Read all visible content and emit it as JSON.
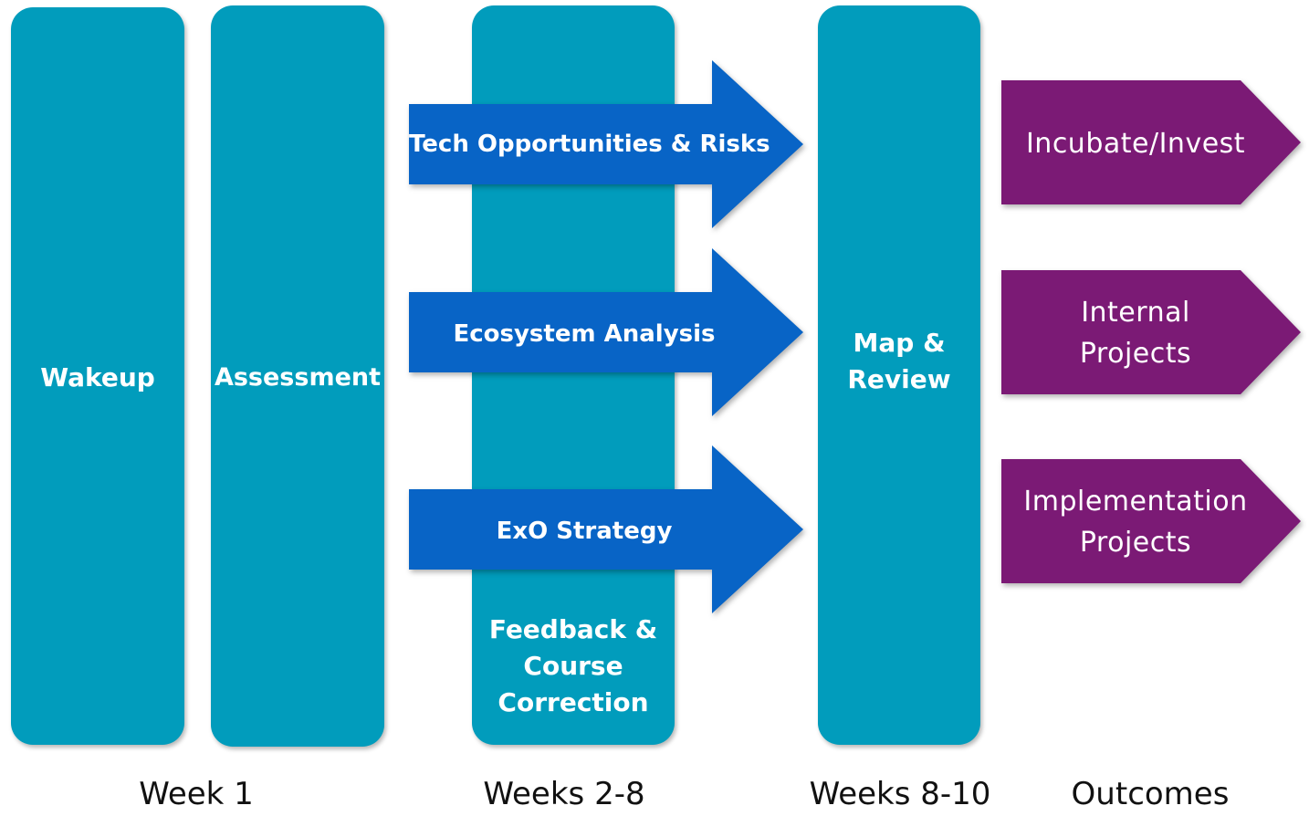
{
  "colors": {
    "phase": "#019cbc",
    "arrow": "#0864c6",
    "outcome": "#7b1a75",
    "text": "#ffffff"
  },
  "columns": [
    {
      "id": "wakeup",
      "label": "Wakeup"
    },
    {
      "id": "assessment",
      "label": "Assessment"
    },
    {
      "id": "feedback",
      "label": "Feedback & Course Correction"
    },
    {
      "id": "map-review",
      "label": "Map & Review"
    }
  ],
  "streams": [
    {
      "label": "Tech Opportunities & Risks"
    },
    {
      "label": "Ecosystem Analysis"
    },
    {
      "label": "ExO Strategy"
    }
  ],
  "outcomes": [
    {
      "label": "Incubate/Invest"
    },
    {
      "label": "Internal Projects"
    },
    {
      "label": "Implementation Projects"
    }
  ],
  "timeline": [
    "Week 1",
    "Weeks 2-8",
    "Weeks 8-10",
    "Outcomes"
  ]
}
